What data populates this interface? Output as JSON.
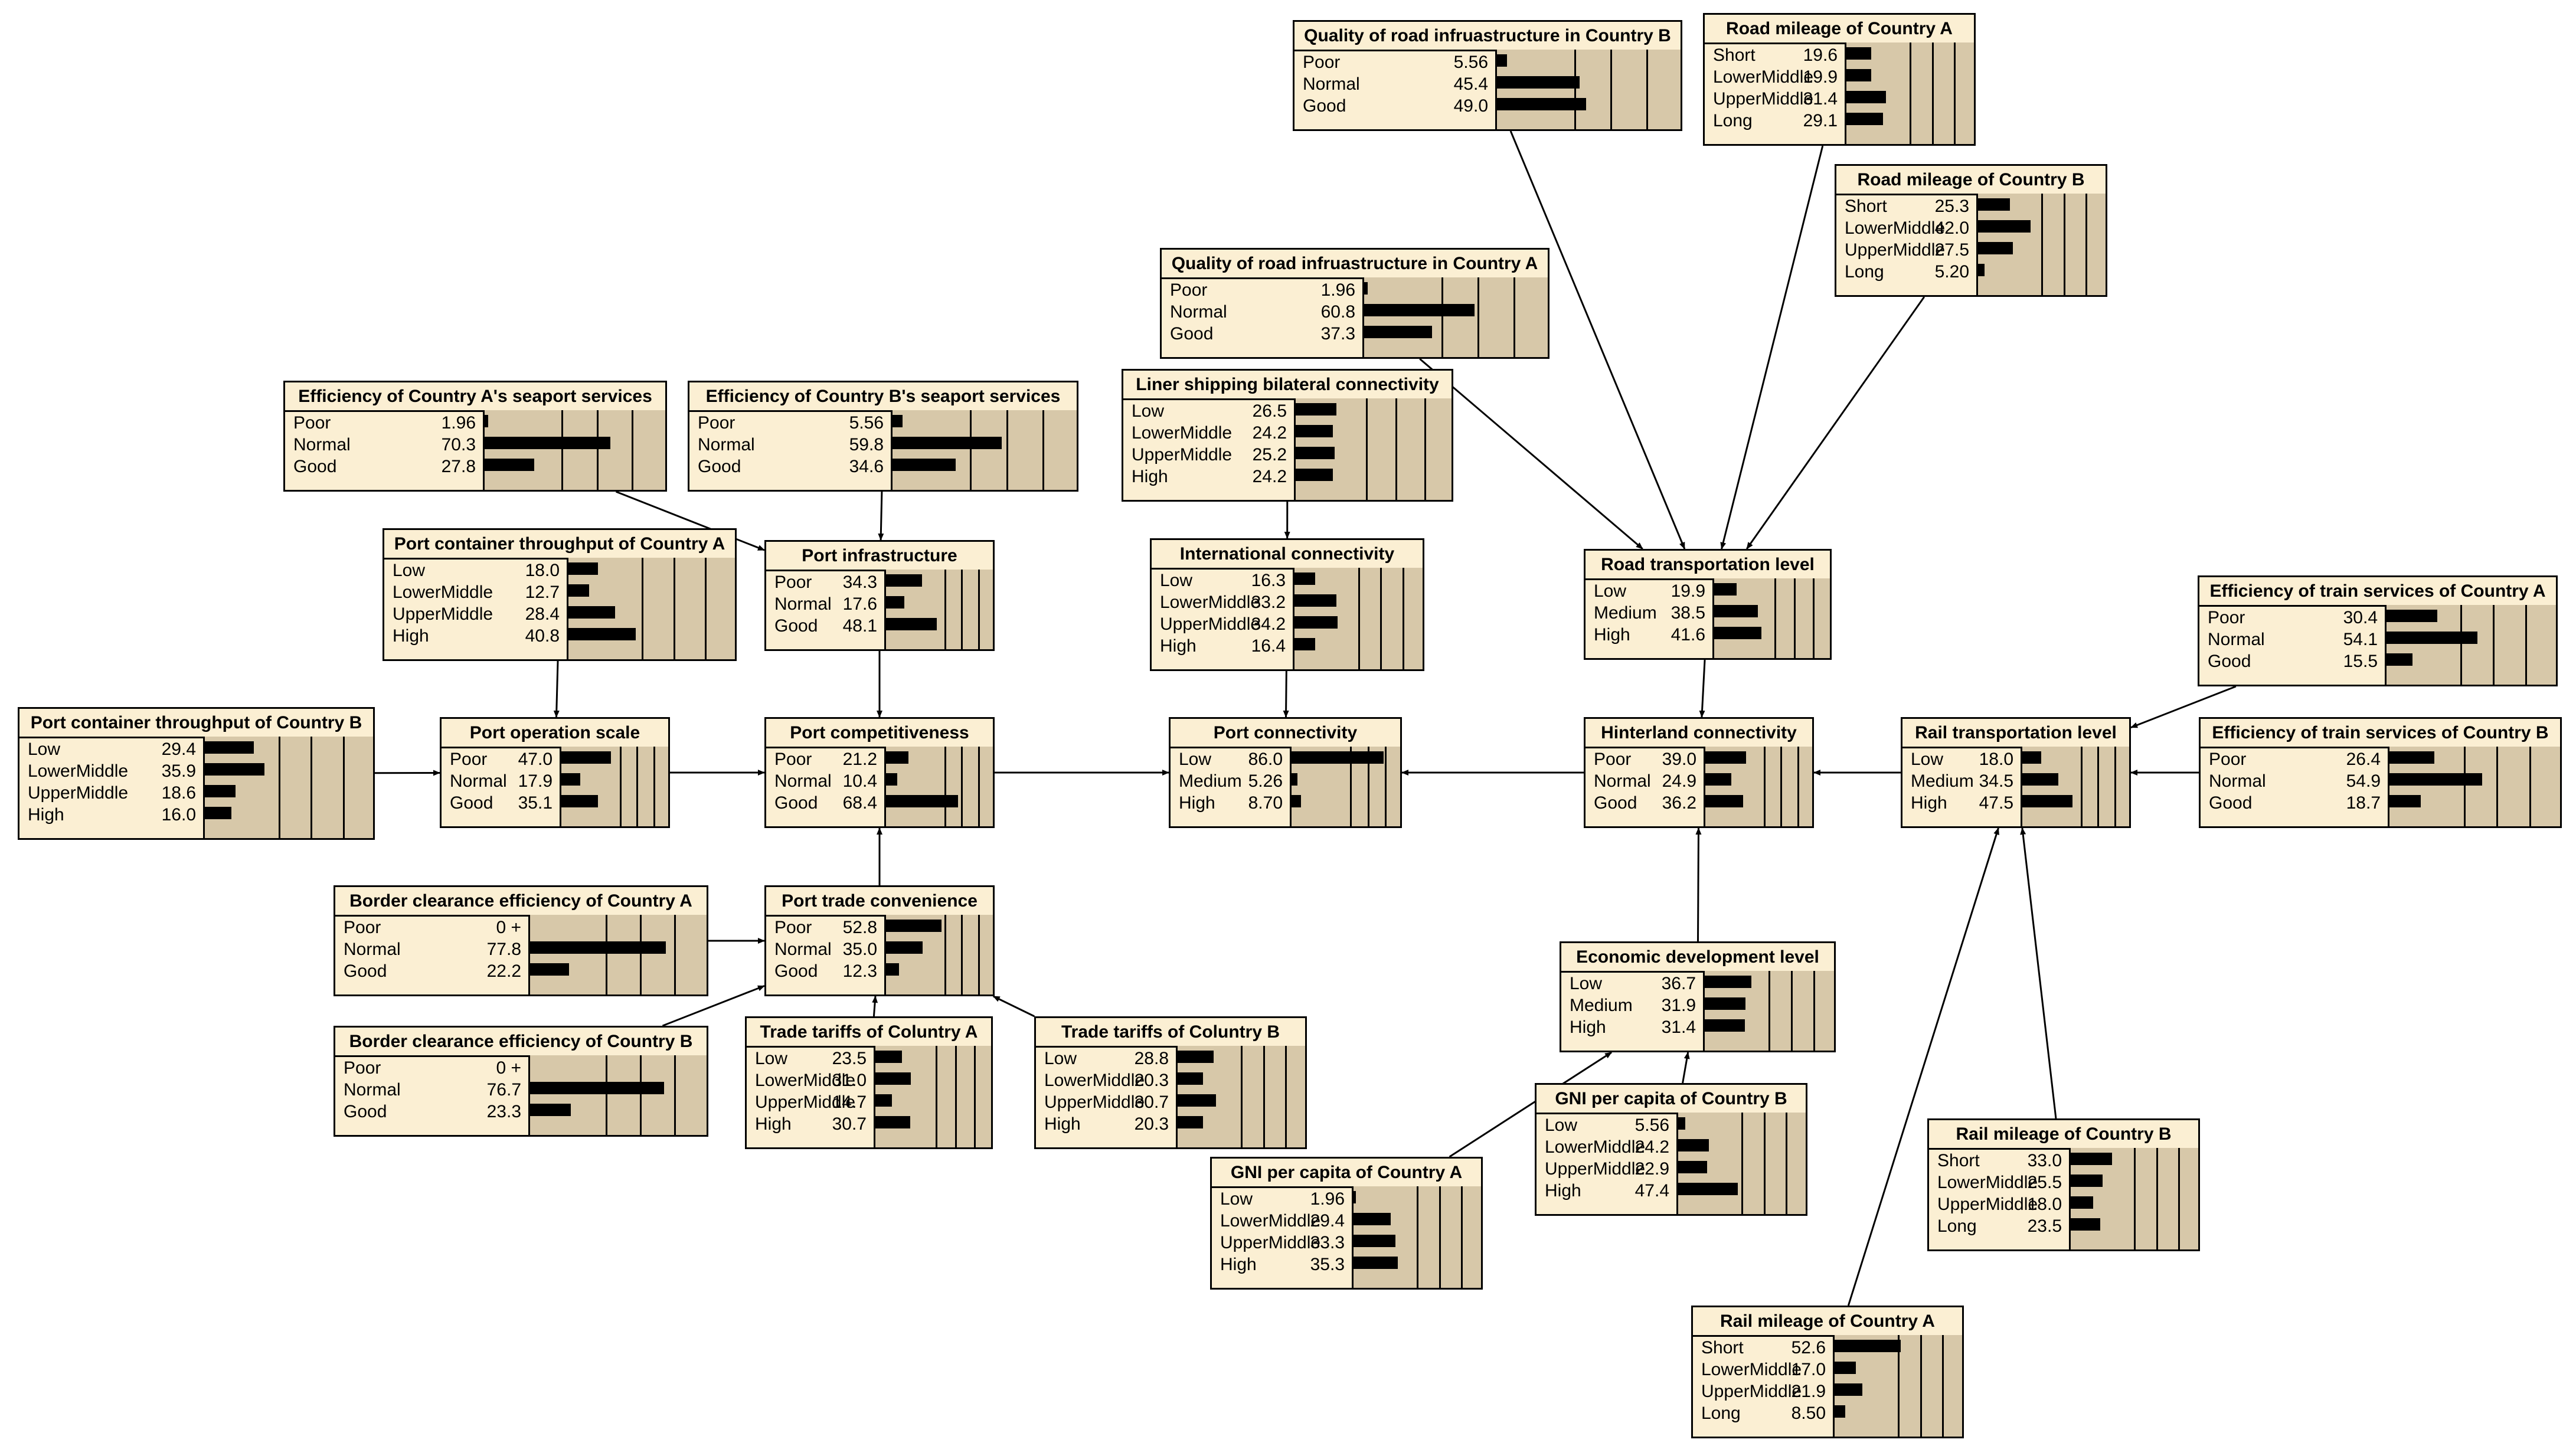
{
  "diagram": {
    "nodes": [
      {
        "id": "qrib",
        "title": "Quality of road infruastructure in Country B",
        "states": [
          {
            "label": "Poor",
            "value": "5.56",
            "p": 5.56
          },
          {
            "label": "Normal",
            "value": "45.4",
            "p": 45.4
          },
          {
            "label": "Good",
            "value": "49.0",
            "p": 49.0
          }
        ]
      },
      {
        "id": "rma",
        "title": "Road mileage of Country A",
        "states": [
          {
            "label": "Short",
            "value": "19.6",
            "p": 19.6
          },
          {
            "label": "LowerMiddle",
            "value": "19.9",
            "p": 19.9
          },
          {
            "label": "UpperMiddle",
            "value": "31.4",
            "p": 31.4
          },
          {
            "label": "Long",
            "value": "29.1",
            "p": 29.1
          }
        ]
      },
      {
        "id": "rmb",
        "title": "Road mileage of Country B",
        "states": [
          {
            "label": "Short",
            "value": "25.3",
            "p": 25.3
          },
          {
            "label": "LowerMiddle",
            "value": "42.0",
            "p": 42.0
          },
          {
            "label": "UpperMiddle",
            "value": "27.5",
            "p": 27.5
          },
          {
            "label": "Long",
            "value": "5.20",
            "p": 5.2
          }
        ]
      },
      {
        "id": "qria",
        "title": "Quality of road infruastructure in Country A",
        "states": [
          {
            "label": "Poor",
            "value": "1.96",
            "p": 1.96
          },
          {
            "label": "Normal",
            "value": "60.8",
            "p": 60.8
          },
          {
            "label": "Good",
            "value": "37.3",
            "p": 37.3
          }
        ]
      },
      {
        "id": "esa",
        "title": "Efficiency of Country A's seaport services",
        "states": [
          {
            "label": "Poor",
            "value": "1.96",
            "p": 1.96
          },
          {
            "label": "Normal",
            "value": "70.3",
            "p": 70.3
          },
          {
            "label": "Good",
            "value": "27.8",
            "p": 27.8
          }
        ]
      },
      {
        "id": "esb",
        "title": "Efficiency of Country B's seaport services",
        "states": [
          {
            "label": "Poor",
            "value": "5.56",
            "p": 5.56
          },
          {
            "label": "Normal",
            "value": "59.8",
            "p": 59.8
          },
          {
            "label": "Good",
            "value": "34.6",
            "p": 34.6
          }
        ]
      },
      {
        "id": "lsbc",
        "title": "Liner shipping bilateral connectivity",
        "states": [
          {
            "label": "Low",
            "value": "26.5",
            "p": 26.5
          },
          {
            "label": "LowerMiddle",
            "value": "24.2",
            "p": 24.2
          },
          {
            "label": "UpperMiddle",
            "value": "25.2",
            "p": 25.2
          },
          {
            "label": "High",
            "value": "24.2",
            "p": 24.2
          }
        ]
      },
      {
        "id": "pcta",
        "title": "Port container throughput of Country A",
        "states": [
          {
            "label": "Low",
            "value": "18.0",
            "p": 18.0
          },
          {
            "label": "LowerMiddle",
            "value": "12.7",
            "p": 12.7
          },
          {
            "label": "UpperMiddle",
            "value": "28.4",
            "p": 28.4
          },
          {
            "label": "High",
            "value": "40.8",
            "p": 40.8
          }
        ]
      },
      {
        "id": "pi",
        "title": "Port infrastructure",
        "states": [
          {
            "label": "Poor",
            "value": "34.3",
            "p": 34.3
          },
          {
            "label": "Normal",
            "value": "17.6",
            "p": 17.6
          },
          {
            "label": "Good",
            "value": "48.1",
            "p": 48.1
          }
        ]
      },
      {
        "id": "ic",
        "title": "International connectivity",
        "states": [
          {
            "label": "Low",
            "value": "16.3",
            "p": 16.3
          },
          {
            "label": "LowerMiddle",
            "value": "33.2",
            "p": 33.2
          },
          {
            "label": "UpperMiddle",
            "value": "34.2",
            "p": 34.2
          },
          {
            "label": "High",
            "value": "16.4",
            "p": 16.4
          }
        ]
      },
      {
        "id": "rtl",
        "title": "Road transportation level",
        "states": [
          {
            "label": "Low",
            "value": "19.9",
            "p": 19.9
          },
          {
            "label": "Medium",
            "value": "38.5",
            "p": 38.5
          },
          {
            "label": "High",
            "value": "41.6",
            "p": 41.6
          }
        ]
      },
      {
        "id": "etsa",
        "title": "Efficiency of train services of Country A",
        "states": [
          {
            "label": "Poor",
            "value": "30.4",
            "p": 30.4
          },
          {
            "label": "Normal",
            "value": "54.1",
            "p": 54.1
          },
          {
            "label": "Good",
            "value": "15.5",
            "p": 15.5
          }
        ]
      },
      {
        "id": "pctb",
        "title": "Port container throughput of Country B",
        "states": [
          {
            "label": "Low",
            "value": "29.4",
            "p": 29.4
          },
          {
            "label": "LowerMiddle",
            "value": "35.9",
            "p": 35.9
          },
          {
            "label": "UpperMiddle",
            "value": "18.6",
            "p": 18.6
          },
          {
            "label": "High",
            "value": "16.0",
            "p": 16.0
          }
        ]
      },
      {
        "id": "pos",
        "title": "Port operation scale",
        "states": [
          {
            "label": "Poor",
            "value": "47.0",
            "p": 47.0
          },
          {
            "label": "Normal",
            "value": "17.9",
            "p": 17.9
          },
          {
            "label": "Good",
            "value": "35.1",
            "p": 35.1
          }
        ]
      },
      {
        "id": "pcomp",
        "title": "Port competitiveness",
        "states": [
          {
            "label": "Poor",
            "value": "21.2",
            "p": 21.2
          },
          {
            "label": "Normal",
            "value": "10.4",
            "p": 10.4
          },
          {
            "label": "Good",
            "value": "68.4",
            "p": 68.4
          }
        ]
      },
      {
        "id": "pconn",
        "title": "Port connectivity",
        "states": [
          {
            "label": "Low",
            "value": "86.0",
            "p": 86.0
          },
          {
            "label": "Medium",
            "value": "5.26",
            "p": 5.26
          },
          {
            "label": "High",
            "value": "8.70",
            "p": 8.7
          }
        ]
      },
      {
        "id": "hc",
        "title": "Hinterland connectivity",
        "states": [
          {
            "label": "Poor",
            "value": "39.0",
            "p": 39.0
          },
          {
            "label": "Normal",
            "value": "24.9",
            "p": 24.9
          },
          {
            "label": "Good",
            "value": "36.2",
            "p": 36.2
          }
        ]
      },
      {
        "id": "rail",
        "title": "Rail transportation level",
        "states": [
          {
            "label": "Low",
            "value": "18.0",
            "p": 18.0
          },
          {
            "label": "Medium",
            "value": "34.5",
            "p": 34.5
          },
          {
            "label": "High",
            "value": "47.5",
            "p": 47.5
          }
        ]
      },
      {
        "id": "etsb",
        "title": "Efficiency of train services of Country B",
        "states": [
          {
            "label": "Poor",
            "value": "26.4",
            "p": 26.4
          },
          {
            "label": "Normal",
            "value": "54.9",
            "p": 54.9
          },
          {
            "label": "Good",
            "value": "18.7",
            "p": 18.7
          }
        ]
      },
      {
        "id": "bcea",
        "title": "Border clearance efficiency of Country A",
        "states": [
          {
            "label": "Poor",
            "value": "0 +",
            "p": 0
          },
          {
            "label": "Normal",
            "value": "77.8",
            "p": 77.8
          },
          {
            "label": "Good",
            "value": "22.2",
            "p": 22.2
          }
        ]
      },
      {
        "id": "ptc",
        "title": "Port trade convenience",
        "states": [
          {
            "label": "Poor",
            "value": "52.8",
            "p": 52.8
          },
          {
            "label": "Normal",
            "value": "35.0",
            "p": 35.0
          },
          {
            "label": "Good",
            "value": "12.3",
            "p": 12.3
          }
        ]
      },
      {
        "id": "edl",
        "title": "Economic development level",
        "states": [
          {
            "label": "Low",
            "value": "36.7",
            "p": 36.7
          },
          {
            "label": "Medium",
            "value": "31.9",
            "p": 31.9
          },
          {
            "label": "High",
            "value": "31.4",
            "p": 31.4
          }
        ]
      },
      {
        "id": "bceb",
        "title": "Border clearance efficiency of Country B",
        "states": [
          {
            "label": "Poor",
            "value": "0 +",
            "p": 0
          },
          {
            "label": "Normal",
            "value": "76.7",
            "p": 76.7
          },
          {
            "label": "Good",
            "value": "23.3",
            "p": 23.3
          }
        ]
      },
      {
        "id": "tta",
        "title": "Trade tariffs of Coluntry A",
        "states": [
          {
            "label": "Low",
            "value": "23.5",
            "p": 23.5
          },
          {
            "label": "LowerMiddle",
            "value": "31.0",
            "p": 31.0
          },
          {
            "label": "UpperMiddle",
            "value": "14.7",
            "p": 14.7
          },
          {
            "label": "High",
            "value": "30.7",
            "p": 30.7
          }
        ]
      },
      {
        "id": "ttb",
        "title": "Trade tariffs of Coluntry B",
        "states": [
          {
            "label": "Low",
            "value": "28.8",
            "p": 28.8
          },
          {
            "label": "LowerMiddle",
            "value": "20.3",
            "p": 20.3
          },
          {
            "label": "UpperMiddle",
            "value": "30.7",
            "p": 30.7
          },
          {
            "label": "High",
            "value": "20.3",
            "p": 20.3
          }
        ]
      },
      {
        "id": "gnib",
        "title": "GNI per capita of Country B",
        "states": [
          {
            "label": "Low",
            "value": "5.56",
            "p": 5.56
          },
          {
            "label": "LowerMiddle",
            "value": "24.2",
            "p": 24.2
          },
          {
            "label": "UpperMiddle",
            "value": "22.9",
            "p": 22.9
          },
          {
            "label": "High",
            "value": "47.4",
            "p": 47.4
          }
        ]
      },
      {
        "id": "gnia",
        "title": "GNI per capita of Country A",
        "states": [
          {
            "label": "Low",
            "value": "1.96",
            "p": 1.96
          },
          {
            "label": "LowerMiddle",
            "value": "29.4",
            "p": 29.4
          },
          {
            "label": "UpperMiddle",
            "value": "33.3",
            "p": 33.3
          },
          {
            "label": "High",
            "value": "35.3",
            "p": 35.3
          }
        ]
      },
      {
        "id": "rmlb",
        "title": "Rail mileage of Country B",
        "states": [
          {
            "label": "Short",
            "value": "33.0",
            "p": 33.0
          },
          {
            "label": "LowerMiddle",
            "value": "25.5",
            "p": 25.5
          },
          {
            "label": "UpperMiddle",
            "value": "18.0",
            "p": 18.0
          },
          {
            "label": "Long",
            "value": "23.5",
            "p": 23.5
          }
        ]
      },
      {
        "id": "rmla",
        "title": "Rail mileage of Country A",
        "states": [
          {
            "label": "Short",
            "value": "52.6",
            "p": 52.6
          },
          {
            "label": "LowerMiddle",
            "value": "17.0",
            "p": 17.0
          },
          {
            "label": "UpperMiddle",
            "value": "21.9",
            "p": 21.9
          },
          {
            "label": "Long",
            "value": "8.50",
            "p": 8.5
          }
        ]
      }
    ],
    "edges": [
      {
        "from": "qrib",
        "to": "rtl"
      },
      {
        "from": "rma",
        "to": "rtl"
      },
      {
        "from": "rmb",
        "to": "rtl"
      },
      {
        "from": "qria",
        "to": "rtl"
      },
      {
        "from": "esa",
        "to": "pi"
      },
      {
        "from": "esb",
        "to": "pi"
      },
      {
        "from": "lsbc",
        "to": "ic"
      },
      {
        "from": "pcta",
        "to": "pos"
      },
      {
        "from": "pi",
        "to": "pcomp"
      },
      {
        "from": "ic",
        "to": "pconn"
      },
      {
        "from": "rtl",
        "to": "hc"
      },
      {
        "from": "etsa",
        "to": "rail"
      },
      {
        "from": "pctb",
        "to": "pos"
      },
      {
        "from": "pos",
        "to": "pcomp"
      },
      {
        "from": "pcomp",
        "to": "pconn"
      },
      {
        "from": "hc",
        "to": "pconn"
      },
      {
        "from": "rail",
        "to": "hc"
      },
      {
        "from": "etsb",
        "to": "rail"
      },
      {
        "from": "ptc",
        "to": "pcomp"
      },
      {
        "from": "edl",
        "to": "hc"
      },
      {
        "from": "bcea",
        "to": "ptc"
      },
      {
        "from": "bceb",
        "to": "ptc"
      },
      {
        "from": "tta",
        "to": "ptc"
      },
      {
        "from": "ttb",
        "to": "ptc"
      },
      {
        "from": "gnia",
        "to": "edl"
      },
      {
        "from": "gnib",
        "to": "edl"
      },
      {
        "from": "rmlb",
        "to": "rail"
      },
      {
        "from": "rmla",
        "to": "rail"
      }
    ]
  }
}
